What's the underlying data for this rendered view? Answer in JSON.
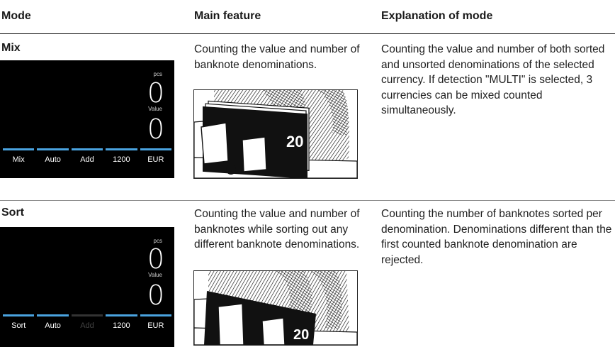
{
  "headers": {
    "mode": "Mode",
    "feature": "Main feature",
    "explanation": "Explanation of mode"
  },
  "rows": [
    {
      "mode": "Mix",
      "screen": {
        "pcs_label": "pcs",
        "pcs_value": "0",
        "value_label": "Value",
        "value_value": "0",
        "tabs": [
          "Mix",
          "Auto",
          "Add",
          "1200",
          "EUR"
        ]
      },
      "feature": "Counting the value and number of banknote denominations.",
      "explanation": "Counting the value and number of both sorted and unsorted denominations of the selected currency. If detection \"MULTI\" is selected, 3 currencies can be mixed counted simultaneously.",
      "illustration_note": "20"
    },
    {
      "mode": "Sort",
      "screen": {
        "pcs_label": "pcs",
        "pcs_value": "0",
        "value_label": "Value",
        "value_value": "0",
        "tabs": [
          "Sort",
          "Auto",
          "Add",
          "1200",
          "EUR"
        ],
        "dimmed_tab": "Add"
      },
      "feature": "Counting the value and number of banknotes while sorting out any different banknote denominations.",
      "explanation": "Counting the number of banknotes sorted per denomination. Denominations different than the first counted banknote denomination are rejected.",
      "illustration_note": "20"
    }
  ],
  "colors": {
    "screen_bg": "#000000",
    "tab_accent": "#4aa3df",
    "text": "#1e1e1e"
  }
}
